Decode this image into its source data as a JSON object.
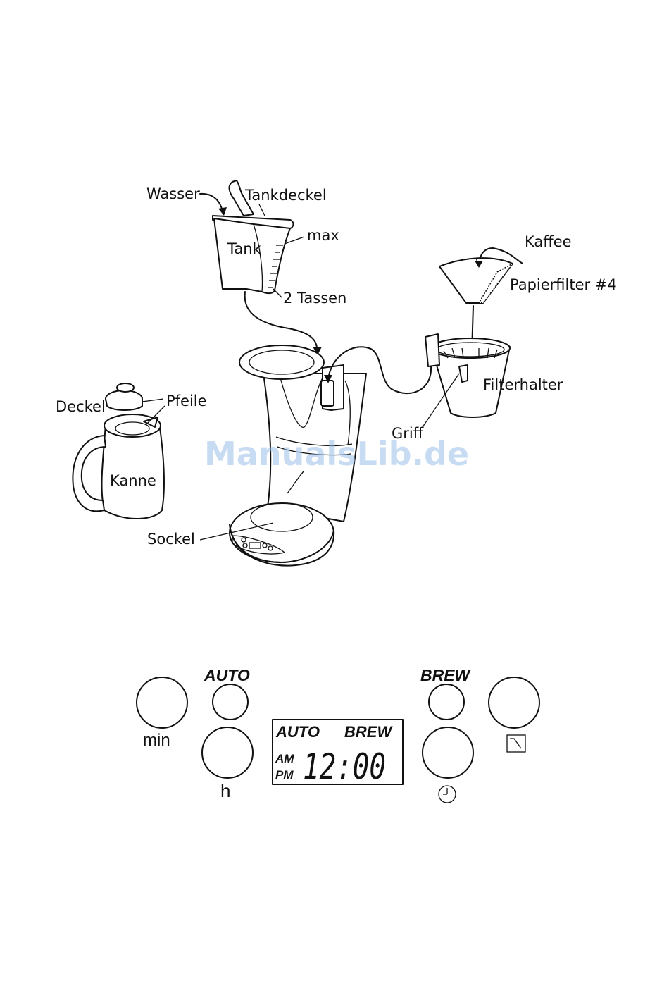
{
  "diagram": {
    "labels": {
      "wasser": "Wasser",
      "tankdeckel": "Tankdeckel",
      "max": "max",
      "tank": "Tank",
      "zwei_tassen": "2 Tassen",
      "kaffee": "Kaffee",
      "papierfilter": "Papierfilter #4",
      "filterhalter": "Filterhalter",
      "griff": "Griff",
      "deckel": "Deckel",
      "pfeile": "Pfeile",
      "kanne": "Kanne",
      "sockel": "Sockel"
    },
    "watermark": "ManualsLib.de"
  },
  "control_panel": {
    "auto_label": "AUTO",
    "brew_label": "BREW",
    "min_label": "min",
    "h_label": "h",
    "display": {
      "auto": "AUTO",
      "brew": "BREW",
      "am": "AM",
      "pm": "PM",
      "time": "12:00"
    },
    "icons": [
      "clock-icon",
      "hotplate-icon"
    ]
  }
}
